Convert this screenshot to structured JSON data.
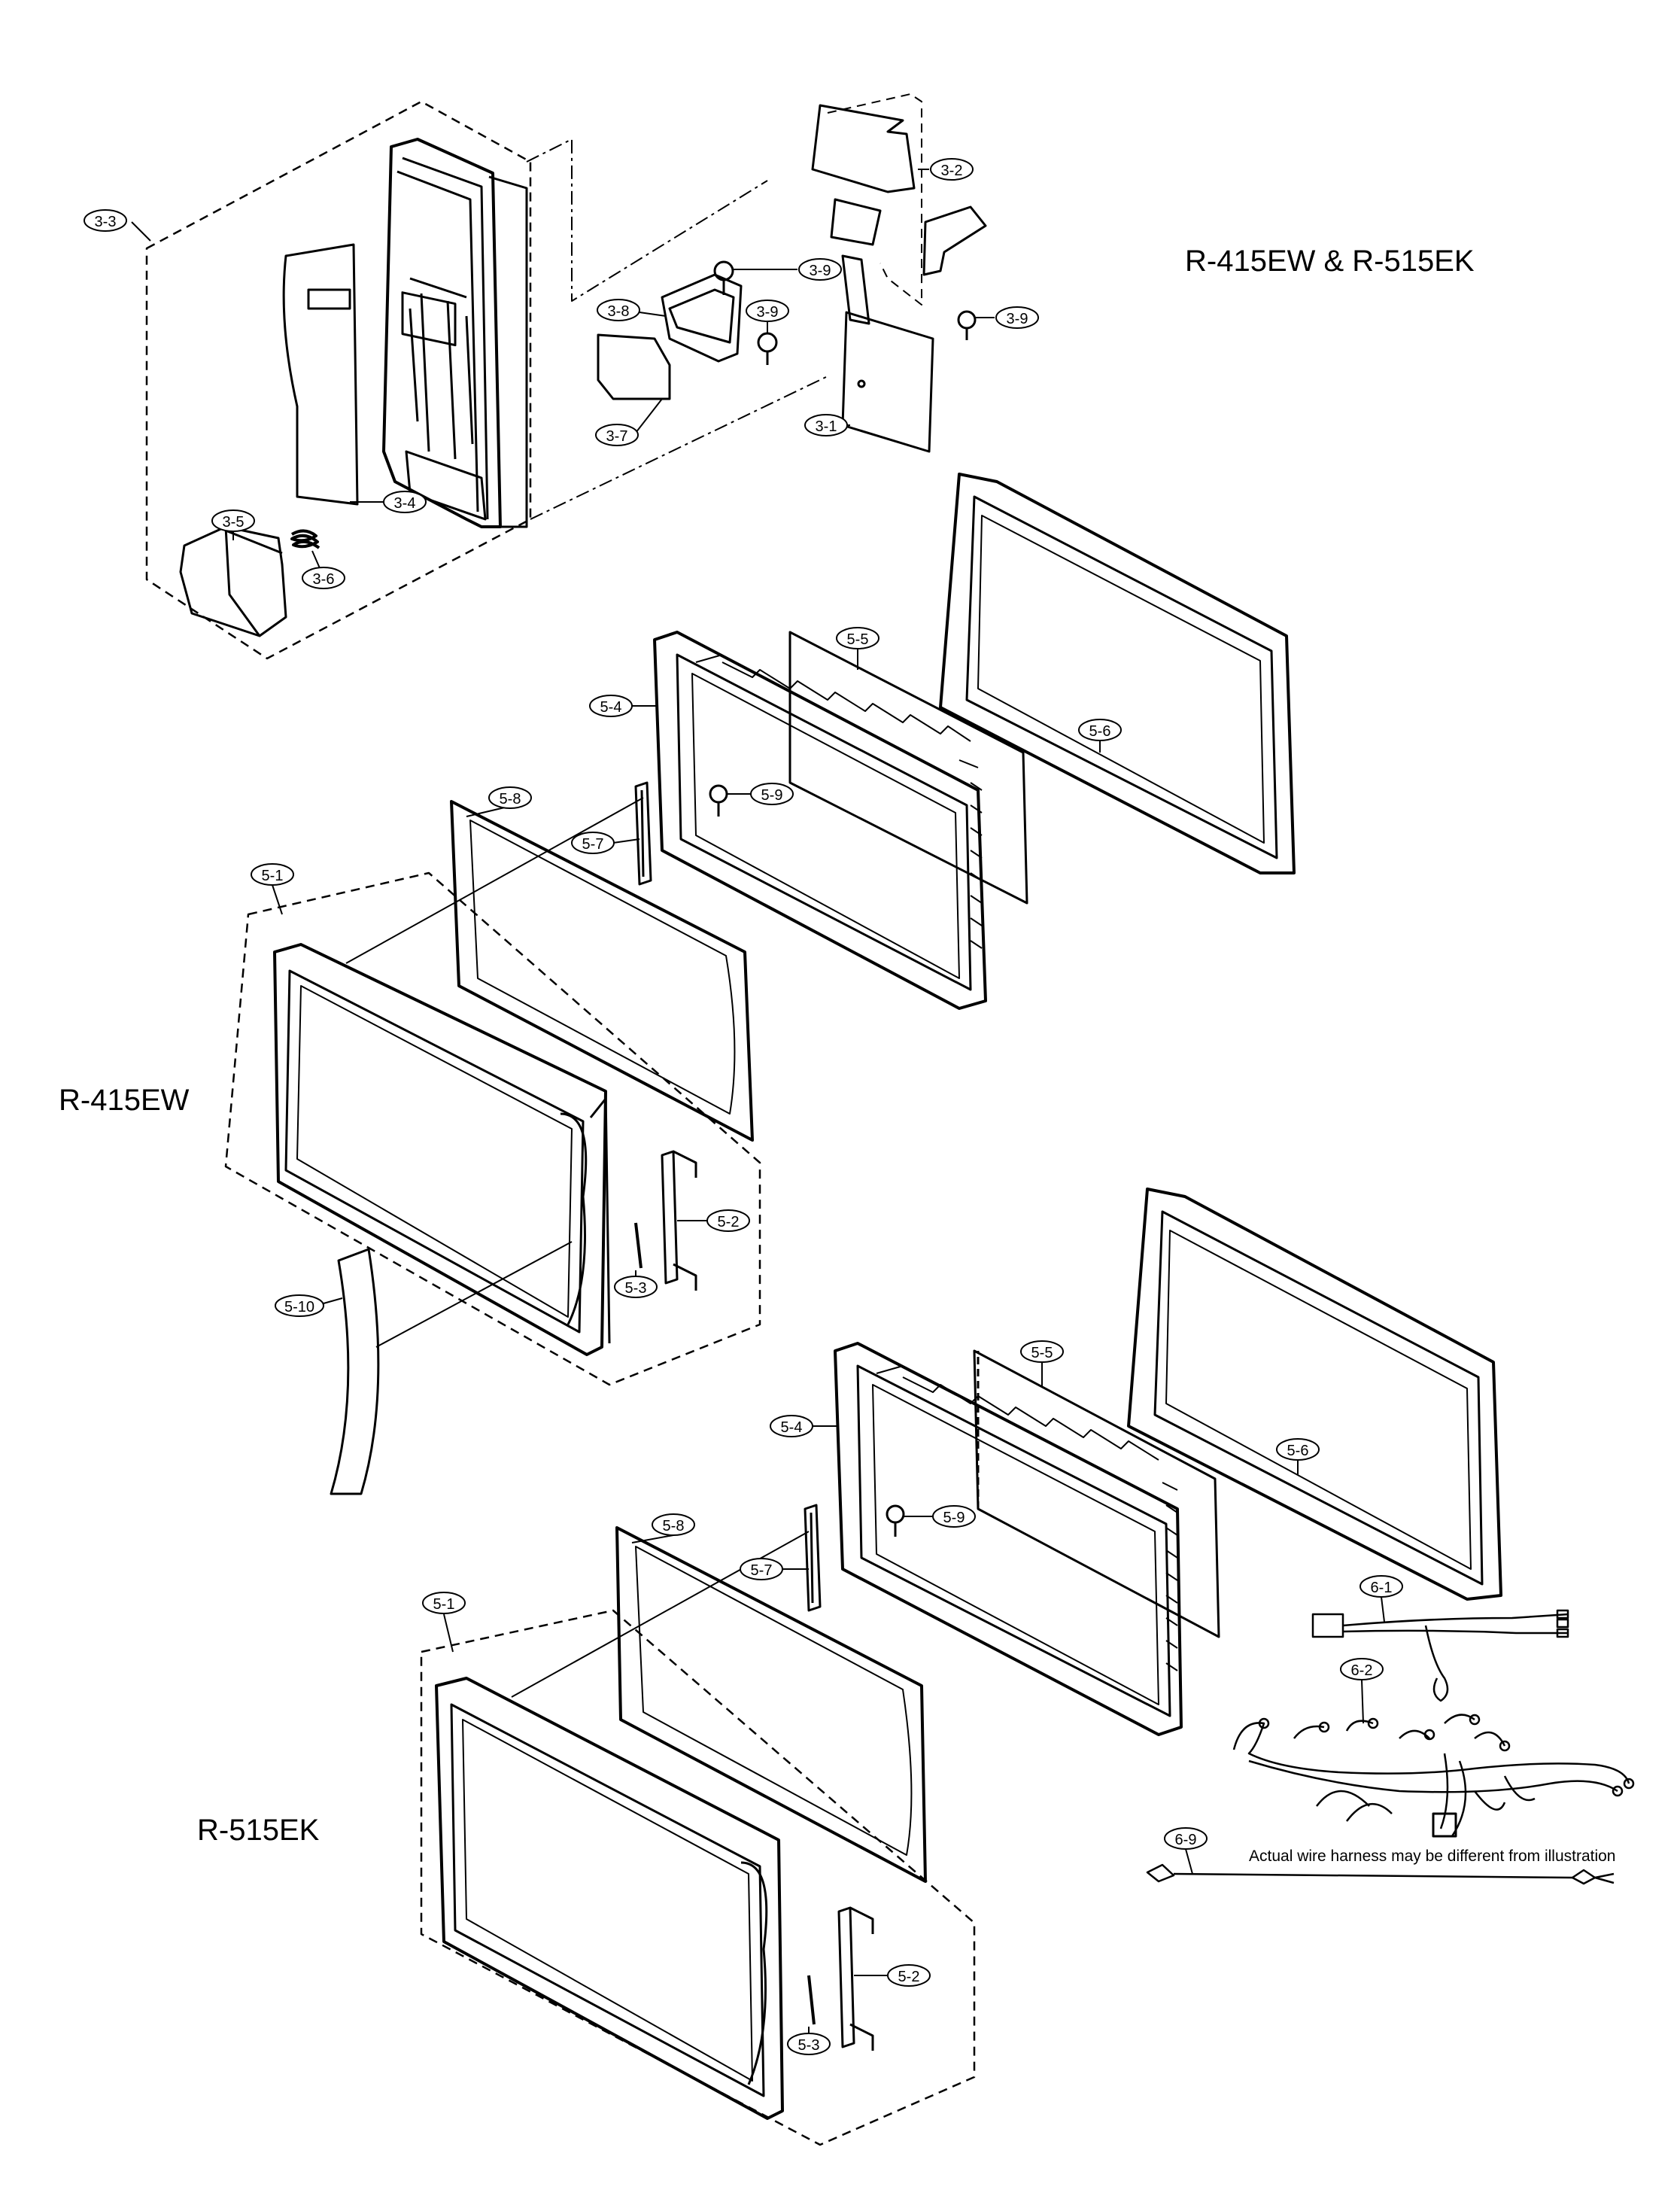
{
  "labels": {
    "header_models": "R-415EW & R-515EK",
    "model_a": "R-415EW",
    "model_b": "R-515EK",
    "harness_note": "Actual wire harness may be different from illustration"
  },
  "callouts": {
    "c3_1": "3-1",
    "c3_2": "3-2",
    "c3_3": "3-3",
    "c3_4": "3-4",
    "c3_5": "3-5",
    "c3_6": "3-6",
    "c3_7": "3-7",
    "c3_8": "3-8",
    "c3_9": "3-9",
    "c5_1": "5-1",
    "c5_2": "5-2",
    "c5_3": "5-3",
    "c5_4": "5-4",
    "c5_5": "5-5",
    "c5_6": "5-6",
    "c5_7": "5-7",
    "c5_8": "5-8",
    "c5_9": "5-9",
    "c5_10": "5-10",
    "c6_1": "6-1",
    "c6_2": "6-2",
    "c6_9": "6-9"
  }
}
